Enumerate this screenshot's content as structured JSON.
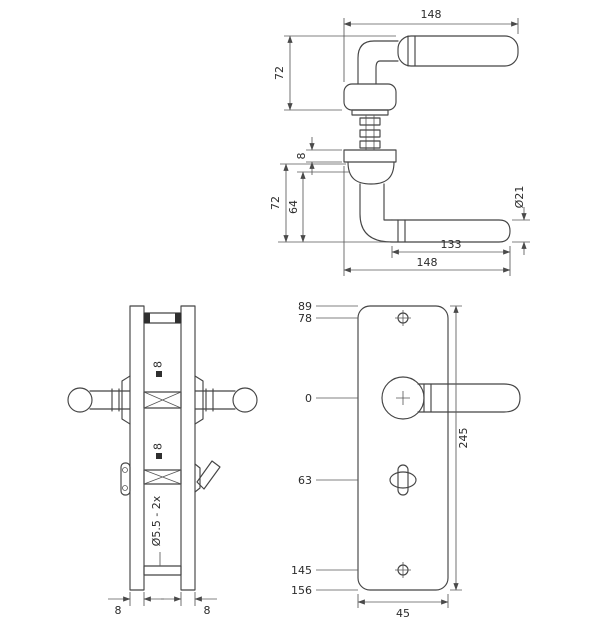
{
  "side_view": {
    "width_top": "148",
    "height_upper": "72",
    "plate_thickness": "8",
    "height_lower": "72",
    "neck_height": "64",
    "grip_diameter": "Ø21",
    "grip_length": "133",
    "width_bottom": "148"
  },
  "edge_view": {
    "spindle_upper": "8",
    "spindle_lower": "8",
    "screw_holes": "Ø5.5 - 2x",
    "plate_thickness_left": "8",
    "plate_thickness_right": "8"
  },
  "front_view": {
    "pos_top_edge": "89",
    "pos_screw_top": "78",
    "pos_handle_axis": "0",
    "pos_turn_axis": "63",
    "pos_screw_bottom": "145",
    "pos_bottom_edge": "156",
    "plate_height": "245",
    "plate_width": "45"
  }
}
